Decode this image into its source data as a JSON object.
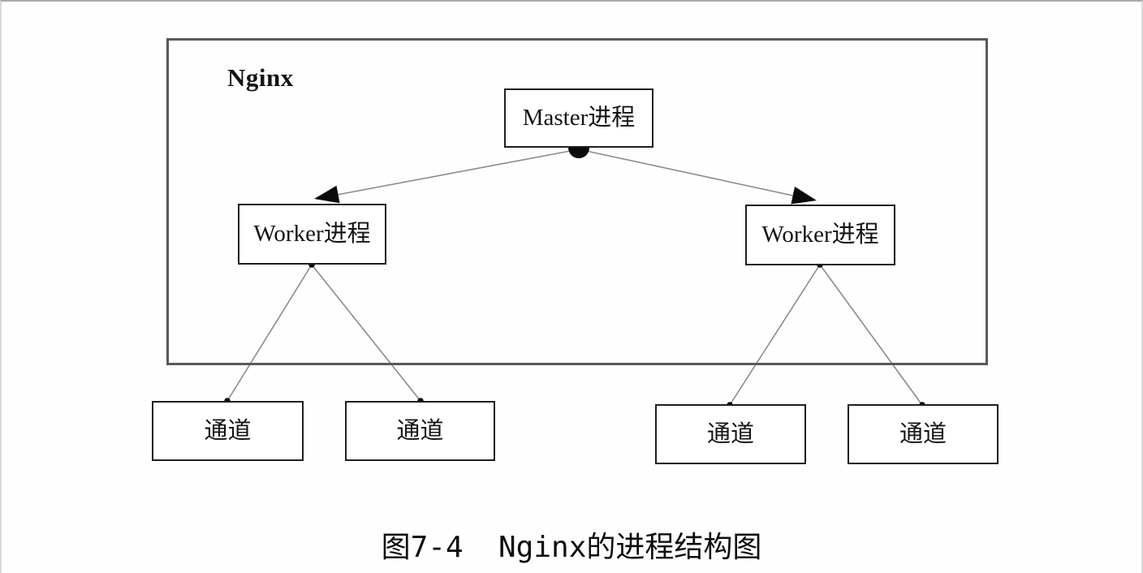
{
  "diagram": {
    "container_label": "Nginx",
    "nodes": {
      "master": "Master进程",
      "worker_left": "Worker进程",
      "worker_right": "Worker进程",
      "channel_1": "通道",
      "channel_2": "通道",
      "channel_3": "通道",
      "channel_4": "通道"
    },
    "caption": "图7-4  Nginx的进程结构图",
    "colors": {
      "background": "#ffffff",
      "container_border": "#58595b",
      "node_border": "#1f1f1f",
      "connector_line": "#8b8b8b",
      "arrow_and_dot_fill": "#0a0a0a",
      "text": "#141414",
      "page_edge": "#a9a9a9"
    }
  }
}
